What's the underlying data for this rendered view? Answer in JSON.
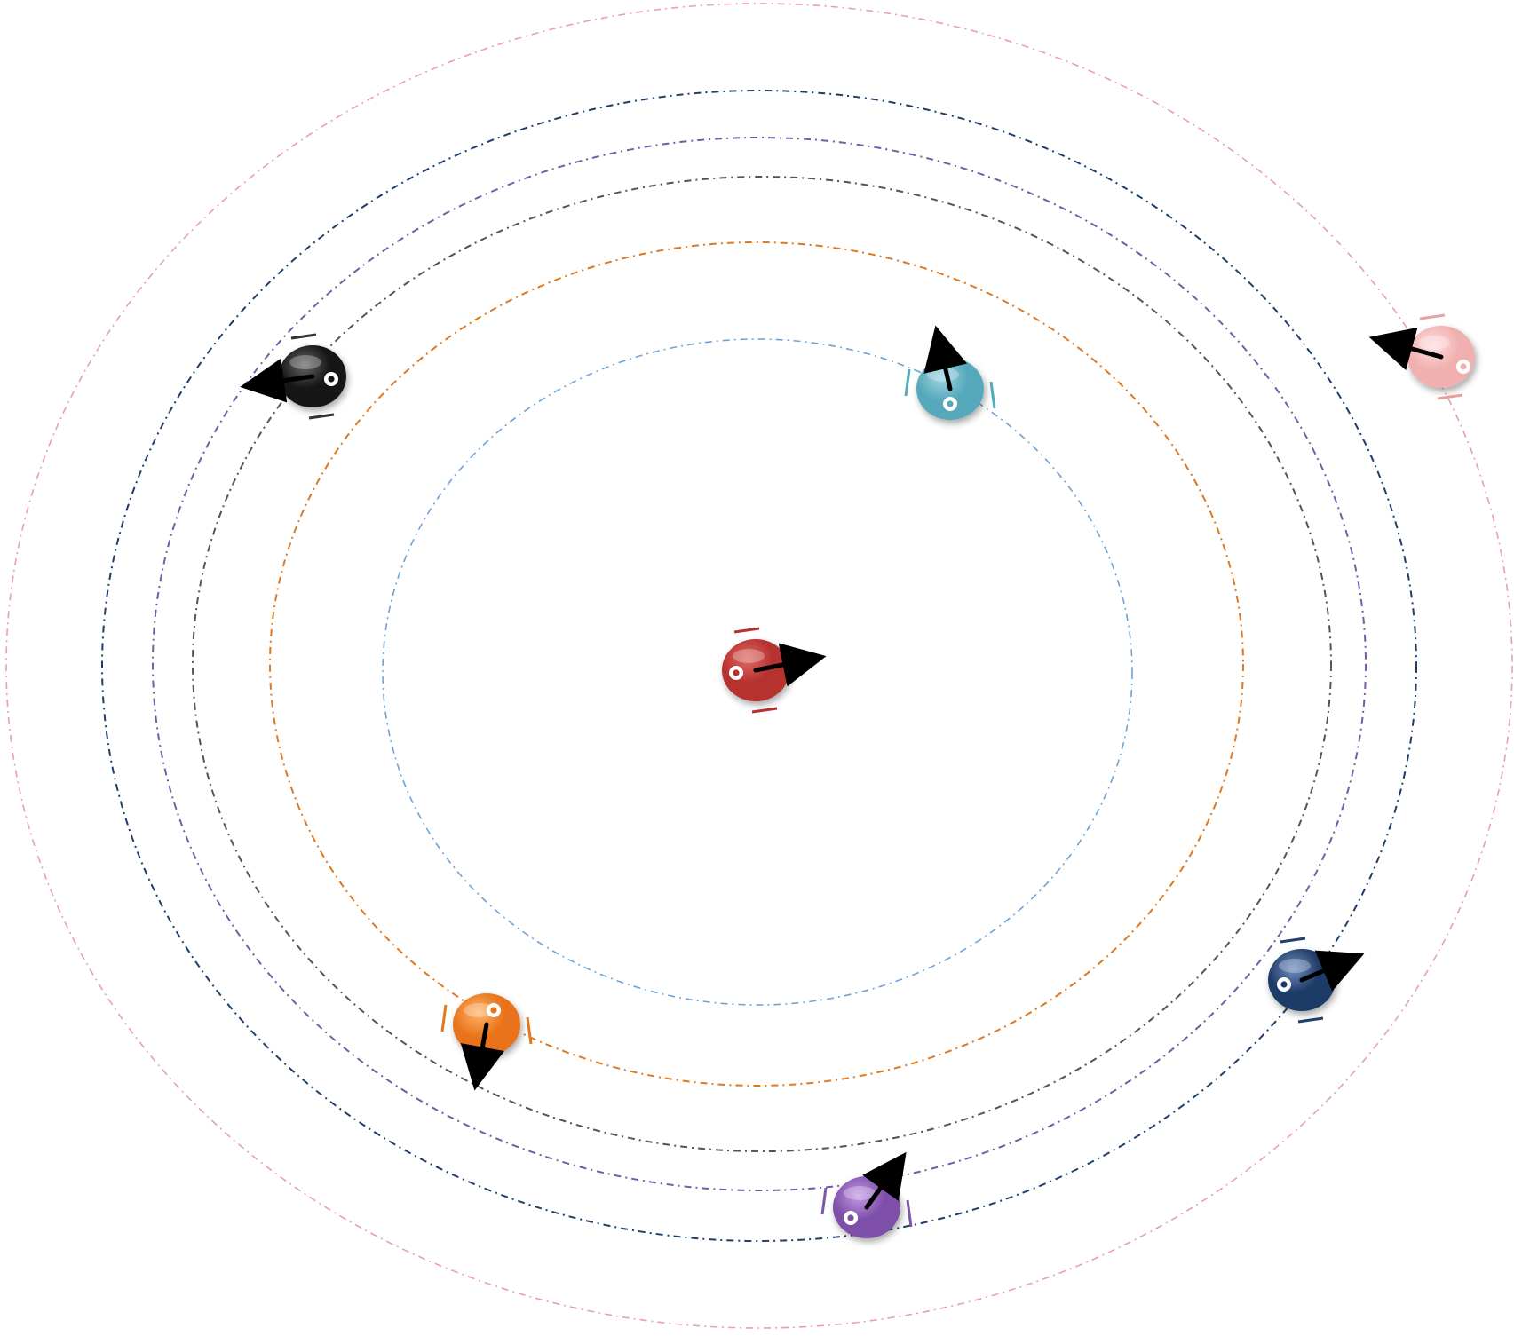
{
  "diagram": {
    "description_type": "orbital-robot-formation",
    "orbits": [
      {
        "id": "orbit-pink",
        "color": "#e8a2a2"
      },
      {
        "id": "orbit-navy",
        "color": "#1f3f6a"
      },
      {
        "id": "orbit-purple",
        "color": "#7a5aa6"
      },
      {
        "id": "orbit-black",
        "color": "#555555"
      },
      {
        "id": "orbit-orange",
        "color": "#e07820"
      },
      {
        "id": "orbit-blue",
        "color": "#6fa3d8"
      }
    ],
    "robots": [
      {
        "id": "robot-red",
        "body": "#b5302f",
        "highlight": "#e06a64",
        "marks": "#b5302f"
      },
      {
        "id": "robot-teal",
        "body": "#55a9bb",
        "highlight": "#9fd5e0",
        "marks": "#55a9bb"
      },
      {
        "id": "robot-pink",
        "body": "#f0b0b0",
        "highlight": "#ffe0e0",
        "marks": "#e8a2a2"
      },
      {
        "id": "robot-black",
        "body": "#141414",
        "highlight": "#666666",
        "marks": "#333333"
      },
      {
        "id": "robot-orange",
        "body": "#e8731a",
        "highlight": "#ffb46a",
        "marks": "#e07820"
      },
      {
        "id": "robot-navy",
        "body": "#1f3a66",
        "highlight": "#6f8fc2",
        "marks": "#1f3f6a"
      },
      {
        "id": "robot-purple",
        "body": "#7d4fa8",
        "highlight": "#c39ae6",
        "marks": "#7a5aa6"
      }
    ],
    "arrow_color": "#000000"
  }
}
